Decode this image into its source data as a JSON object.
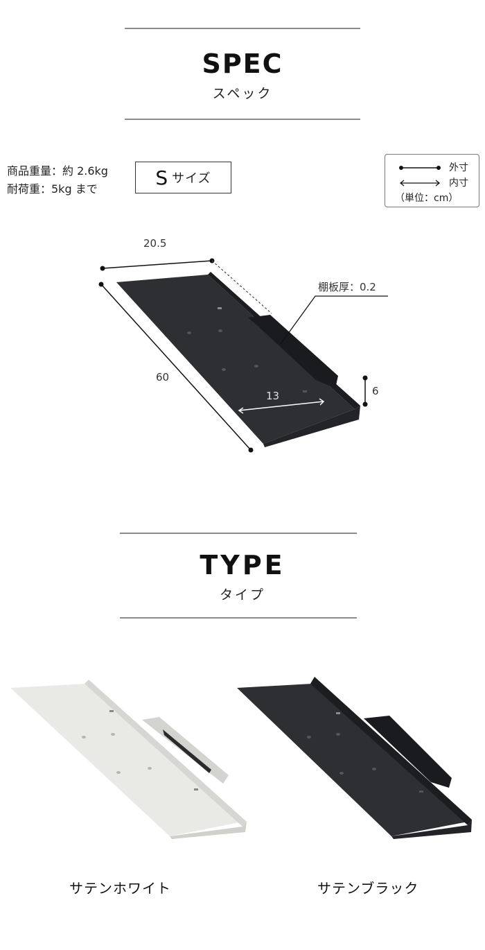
{
  "spec_section": {
    "title": "SPEC",
    "subtitle": "スペック"
  },
  "spec_info": {
    "weight": "商品重量：約 2.6kg",
    "load_capacity": "耐荷重：5kg まで"
  },
  "size_badge": {
    "size_letter": "S",
    "size_word": "サイズ"
  },
  "legend": {
    "outer_label": "外寸",
    "inner_label": "内寸",
    "unit_label": "（単位：cm）",
    "outer_icon": "line-with-dots-icon",
    "inner_icon": "double-arrow-icon"
  },
  "diagram": {
    "width_label": "20.5",
    "depth_label": "60",
    "inner_width_label": "13",
    "height_label": "6",
    "thickness_label": "棚板厚：0.2",
    "product_color": "#2e2f33"
  },
  "type_section": {
    "title": "TYPE",
    "subtitle": "タイプ"
  },
  "types": [
    {
      "name": "サテンホワイト",
      "color": "#e9e9e6"
    },
    {
      "name": "サテンブラック",
      "color": "#2e2f33"
    }
  ]
}
